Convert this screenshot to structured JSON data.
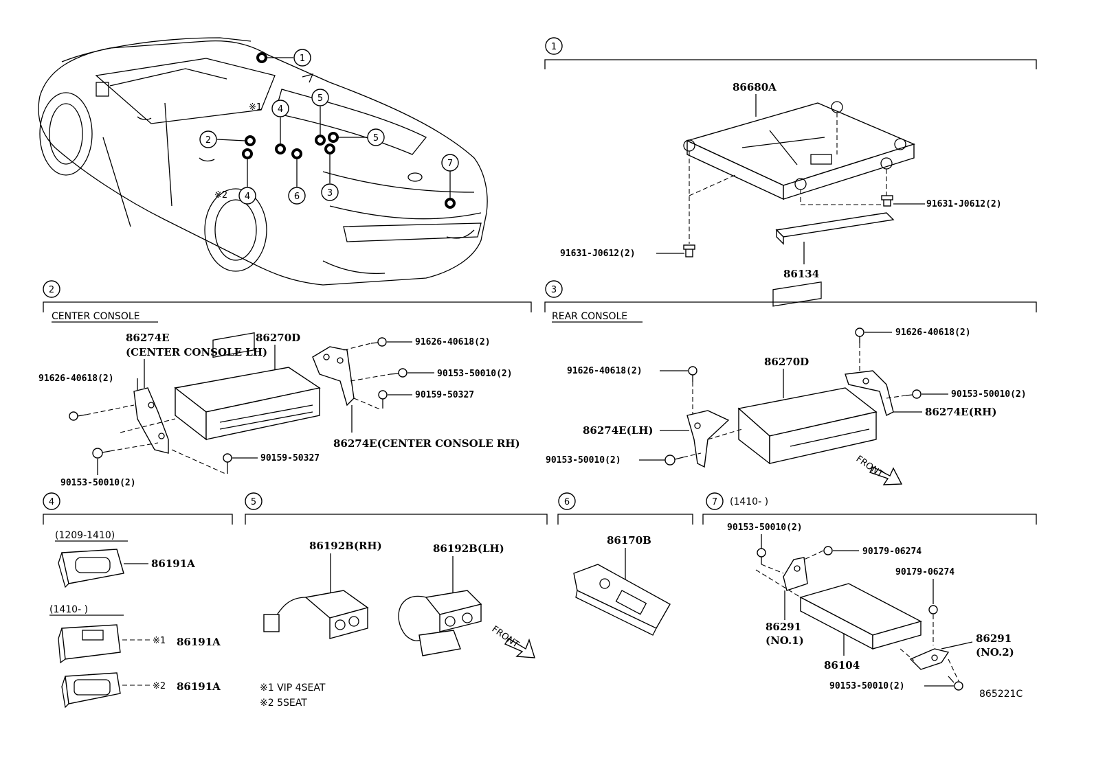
{
  "diagram_id": "865221C",
  "locator_notes": {
    "note1": "※1",
    "note2": "※2"
  },
  "sections": [
    {
      "num": "1",
      "title": "",
      "date": ""
    },
    {
      "num": "2",
      "title": "CENTER CONSOLE",
      "date": ""
    },
    {
      "num": "3",
      "title": "REAR CONSOLE",
      "date": ""
    },
    {
      "num": "4",
      "title": "",
      "date": ""
    },
    {
      "num": "5",
      "title": "",
      "date": ""
    },
    {
      "num": "6",
      "title": "",
      "date": ""
    },
    {
      "num": "7",
      "title": "",
      "date": "(1410-      )"
    }
  ],
  "s1": {
    "p1": "86680A",
    "p2": "91631-J0612(2)",
    "p3": "91631-J0612(2)",
    "p4": "86134"
  },
  "s2": {
    "p1": "86274E",
    "p1b": "(CENTER CONSOLE LH)",
    "p2": "86270D",
    "p3": "91626-40618(2)",
    "p4": "91626-40618(2)",
    "p5": "90153-50010(2)",
    "p6": "90159-50327",
    "p7": "86274E(CENTER CONSOLE RH)",
    "p8": "90153-50010(2)",
    "p9": "90159-50327"
  },
  "s3": {
    "p1": "91626-40618(2)",
    "p2": "86270D",
    "p3": "91626-40618(2)",
    "p4": "90153-50010(2)",
    "p5": "86274E(RH)",
    "p6": "86274E(LH)",
    "p7": "90153-50010(2)",
    "front": "FRONT"
  },
  "s4": {
    "date1": "(1209-1410)",
    "date2": "(1410-      )",
    "p1": "86191A",
    "p2mark": "※1",
    "p2": "86191A",
    "p3mark": "※2",
    "p3": "86191A"
  },
  "s5": {
    "p1": "86192B(RH)",
    "p2": "86192B(LH)",
    "front": "FRONT",
    "note1": "※1 VIP 4SEAT",
    "note2": "※2 5SEAT"
  },
  "s6": {
    "p1": "86170B"
  },
  "s7": {
    "p1": "90153-50010(2)",
    "p2": "90179-06274",
    "p3": "90179-06274",
    "p4": "86291",
    "p4b": "(NO.1)",
    "p5": "86291",
    "p5b": "(NO.2)",
    "p6": "86104",
    "p7": "90153-50010(2)"
  }
}
